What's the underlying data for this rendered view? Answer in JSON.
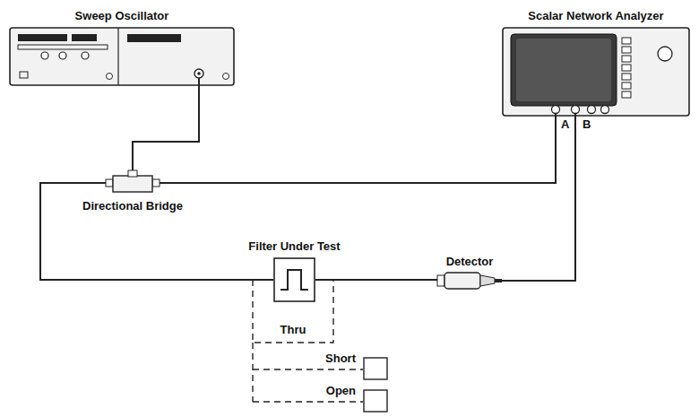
{
  "diagram": {
    "nodes": [
      {
        "text": [
          "Sweep Oscillator"
        ]
      },
      {
        "text": [
          "Scalar Network Analyzer"
        ]
      },
      {
        "text": [
          "Directional Bridge"
        ]
      },
      {
        "text": [
          "Filter Under Test"
        ]
      },
      {
        "text": [
          "Detector"
        ]
      },
      {
        "text": [
          "Short"
        ]
      },
      {
        "text": [
          "Open"
        ]
      }
    ],
    "edges": [
      {
        "from": 0,
        "to": 2,
        "arrow": "none"
      },
      {
        "from": 2,
        "to": 1,
        "arrow": "none"
      },
      {
        "from": 2,
        "to": 3,
        "arrow": "none"
      },
      {
        "from": 3,
        "to": 4,
        "arrow": "none"
      },
      {
        "from": 4,
        "to": 1,
        "arrow": "none"
      }
    ],
    "labels": [
      "A",
      "B",
      "Thru"
    ]
  }
}
